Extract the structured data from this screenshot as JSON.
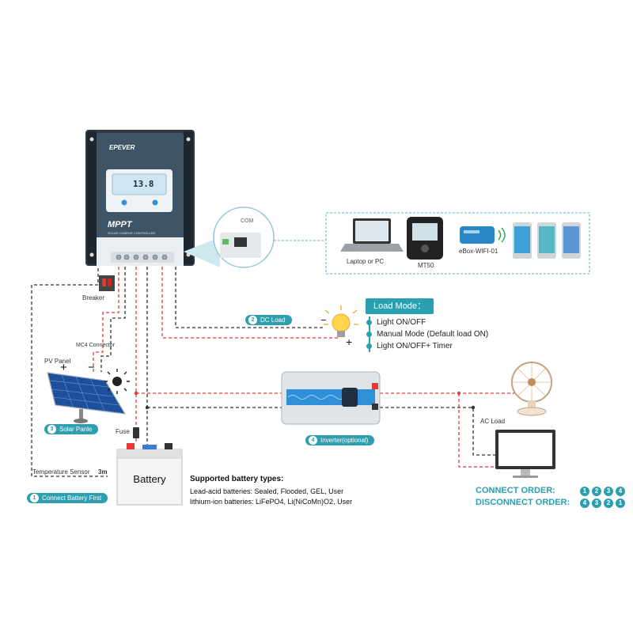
{
  "controller": {
    "brand": "EPEVER",
    "model": "MPPT",
    "subtitle": "SOLAR CHARGE CONTROLLER",
    "lcd_reading": "13.8",
    "com_label": "COM"
  },
  "devices": {
    "laptop": "Laptop or PC",
    "mt50": "MT50",
    "ebox": "eBox-WIFI-01"
  },
  "labels": {
    "breaker": "Breaker",
    "mc4": "MC4 Connector",
    "pv_panel": "PV Panel",
    "plus": "+",
    "minus": "−",
    "fuse": "Fuse",
    "temperature_sensor": "Temperature Sensor",
    "sensor_length": "3m",
    "battery": "Battery",
    "ac_load": "AC Load"
  },
  "steps": [
    {
      "num": "1",
      "label": "Connect Battery First"
    },
    {
      "num": "2",
      "label": "DC Load"
    },
    {
      "num": "3",
      "label": "Solar Panle"
    },
    {
      "num": "4",
      "label": "Inverter(optional)"
    }
  ],
  "load_mode": {
    "title": "Load Mode：",
    "items": [
      "Light ON/OFF",
      "Manual Mode (Default load ON)",
      "Light ON/OFF+ Timer"
    ]
  },
  "supported": {
    "title": "Supported battery types:",
    "lead_acid": "Lead-acid batteries: Sealed, Flooded, GEL, User",
    "lithium": "lithium-ion batteries: LiFePO4, Li(NiCoMn)O2, User"
  },
  "orders": {
    "connect_label": "CONNECT ORDER:",
    "connect": [
      "1",
      "2",
      "3",
      "4"
    ],
    "disconnect_label": "DISCONNECT ORDER:",
    "disconnect": [
      "4",
      "3",
      "2",
      "1"
    ]
  },
  "colors": {
    "accent": "#2a9fb0",
    "positive_wire": "#e53935",
    "negative_wire": "#333333",
    "controller_body": "#3d5566"
  }
}
